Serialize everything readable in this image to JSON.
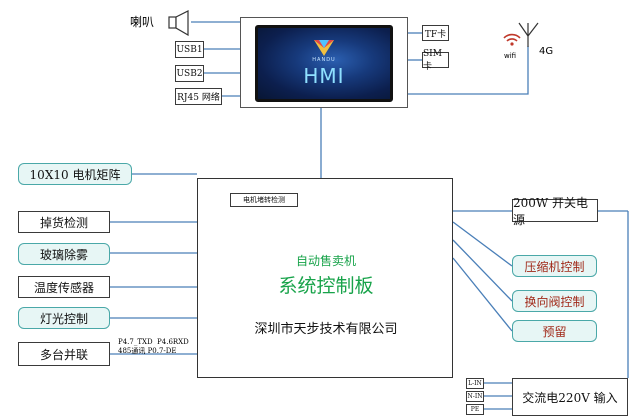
{
  "speaker": {
    "label": "喇叭"
  },
  "hmi": {
    "brand": "HANDU",
    "screen_text": "HMI"
  },
  "hmi_ports_left": [
    "USB1",
    "USB2",
    "RJ45 网络"
  ],
  "hmi_ports_right": [
    "TF卡",
    "SIM 卡"
  ],
  "wireless": {
    "wifi_label": "wifi",
    "antenna_label": "4G"
  },
  "left_modules": [
    "10X10 电机矩阵",
    "掉货检测",
    "玻璃除雾",
    "温度传感器",
    "灯光控制",
    "多台并联"
  ],
  "motor_sensor_label": "电机堵转检测",
  "comm_labels": {
    "line1": "P4.7_TXD  P4.6RXD",
    "line2": "485通讯 P0.7-DE"
  },
  "main_board": {
    "line1": "自动售卖机",
    "line2": "系统控制板",
    "company": "深圳市天步技术有限公司"
  },
  "power_supply": {
    "label": "200W 开关电源"
  },
  "right_modules": [
    "压缩机控制",
    "换向阀控制",
    "预留"
  ],
  "ac_input": {
    "label": "交流电220V 输入",
    "pins": [
      "L-IN",
      "N-IN",
      "PE"
    ]
  },
  "colors": {
    "teal_fill": "#e7f6f5",
    "teal_border": "#4aa8a8",
    "accent_red": "#a12a1a",
    "green_text": "#18a34a",
    "line": "#4a7fb8"
  }
}
